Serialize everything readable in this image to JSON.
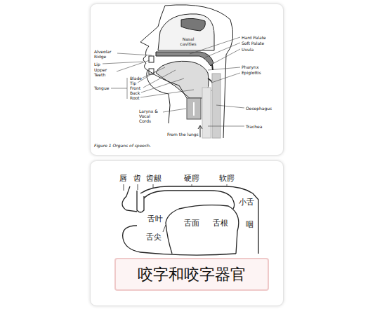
{
  "diagram": {
    "caption": "Figure 1 Organs of speech.",
    "nodes": [
      {
        "text": [
          "咬字和咬字器官"
        ]
      }
    ],
    "labels": [
      "Nasal cavities",
      "Alveolar Ridge",
      "Hard Palate",
      "Soft Palate",
      "Lip",
      "Uvula",
      "Upper Teeth",
      "Blade",
      "Tip",
      "Tongue",
      "Front",
      "Back",
      "Root",
      "Pharynx",
      "Epiglottis",
      "Larynx & Vocal Cords",
      "Oesophagus",
      "From the lungs",
      "Trachea",
      "唇",
      "齿",
      "齿龈",
      "硬腭",
      "软腭",
      "小舌",
      "舌叶",
      "舌面",
      "舌根",
      "咽",
      "舌尖"
    ]
  }
}
